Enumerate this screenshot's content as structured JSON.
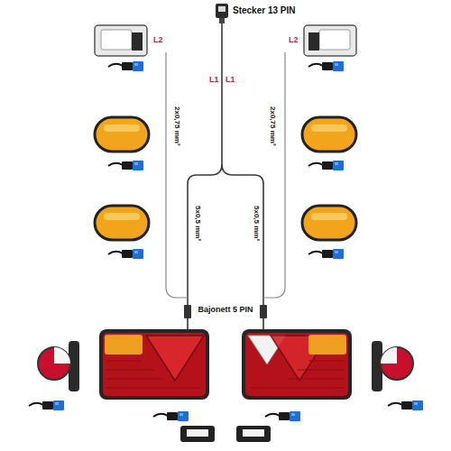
{
  "diagram": {
    "labels": [
      "Stecker 13 PIN",
      "L2",
      "L1",
      "L1",
      "L2",
      "2x0,75 mm²",
      "2x0,75 mm²",
      "5x0,5 mm²",
      "5x0,5 mm²",
      "Bajonett 5 PIN"
    ]
  }
}
